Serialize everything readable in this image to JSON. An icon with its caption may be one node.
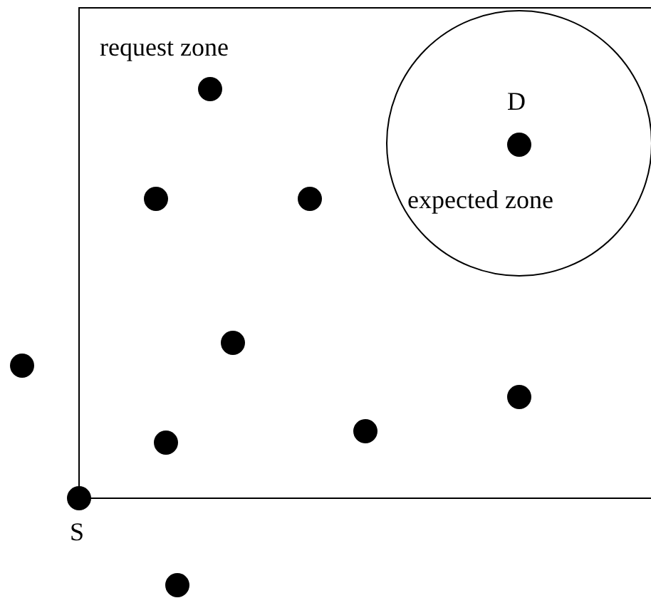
{
  "diagram": {
    "nodes": [
      {
        "text": [
          "request zone"
        ]
      },
      {
        "text": [
          "expected zone"
        ],
        "in": 0
      },
      {
        "text": [],
        "shape": "circle",
        "in": 1,
        "beside": [
          "D"
        ]
      },
      {
        "text": [],
        "shape": "circle",
        "in": 0
      },
      {
        "text": [],
        "shape": "circle",
        "in": 0
      },
      {
        "text": [],
        "shape": "circle",
        "in": 0
      },
      {
        "text": [],
        "shape": "circle",
        "in": 0
      },
      {
        "text": [],
        "shape": "circle"
      },
      {
        "text": [],
        "shape": "circle",
        "in": 0
      },
      {
        "text": [],
        "shape": "circle",
        "in": 0
      },
      {
        "text": [],
        "shape": "circle",
        "in": 0
      },
      {
        "text": [],
        "shape": "circle",
        "beside": [
          "S"
        ]
      },
      {
        "text": [],
        "shape": "circle"
      }
    ]
  }
}
